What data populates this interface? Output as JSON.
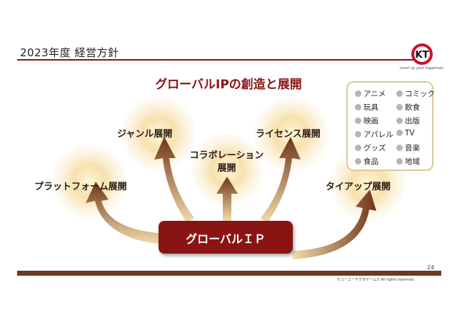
{
  "header": {
    "title": "2023年度 経営方針",
    "logo_tagline": "Level up your happiness"
  },
  "diagram": {
    "title": "グローバルIPの創造と展開",
    "core_label": "グローバルＩＰ",
    "branches": {
      "platform": "プラットフォーム展開",
      "genre": "ジャンル展開",
      "collab_line1": "コラボレーション",
      "collab_line2": "展開",
      "license": "ライセンス展開",
      "tieup": "タイアップ展開"
    },
    "media_items": [
      "アニメ",
      "コミック",
      "玩具",
      "飲食",
      "映画",
      "出版",
      "アパレル",
      "TV",
      "グッズ",
      "音楽",
      "食品",
      "地域"
    ]
  },
  "footer": {
    "page_number": "24",
    "copyright": "©コーエーテクモゲームス All rights reserved."
  },
  "colors": {
    "accent": "#8a1414",
    "footer_bar": "#6b3a20",
    "arrow": "#7a4020"
  }
}
